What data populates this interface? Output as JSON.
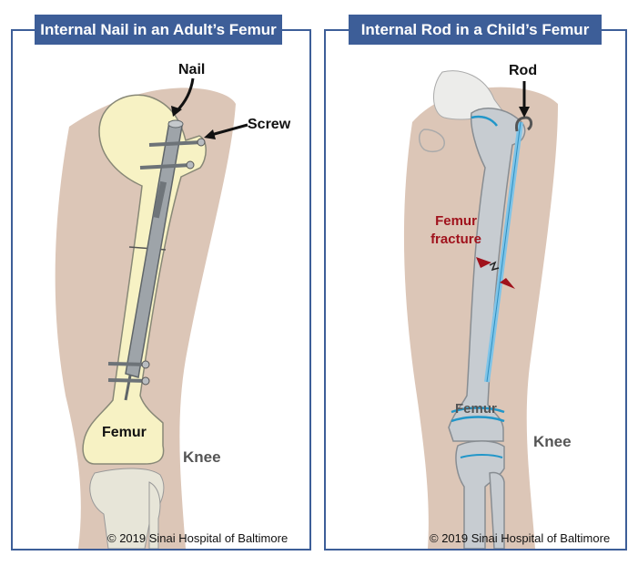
{
  "left_panel": {
    "title": "Internal Nail in an Adult’s Femur",
    "labels": {
      "nail": "Nail",
      "screw": "Screw",
      "femur": "Femur",
      "knee": "Knee"
    },
    "copyright": "© 2019 Sinai Hospital of Baltimore"
  },
  "right_panel": {
    "title": "Internal Rod in a Child’s Femur",
    "labels": {
      "rod": "Rod",
      "fracture_line1": "Femur",
      "fracture_line2": "fracture",
      "femur": "Femur",
      "knee": "Knee"
    },
    "copyright": "© 2019 Sinai Hospital of Baltimore"
  },
  "colors": {
    "title_bar": "#3d5e98",
    "panel_border": "#3d5e98",
    "skin": "#dcc6b7",
    "bone_adult": "#f7f2c4",
    "bone_child": "#c7ccd1",
    "metal": "#9ea4a9",
    "child_rod": "#7fc4e8",
    "fracture_text": "#a0121c"
  }
}
